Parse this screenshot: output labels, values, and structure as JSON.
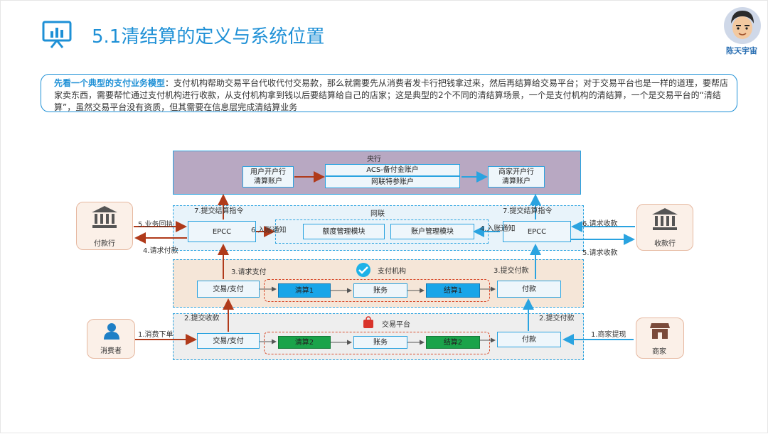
{
  "title": "5.1清结算的定义与系统位置",
  "author": "陈天宇宙",
  "intro": {
    "highlight": "先看一个典型的支付业务模型",
    "text": "：支付机构帮助交易平台代收代付交易款，那么就需要先从消费者发卡行把钱拿过来，然后再结算给交易平台；对于交易平台也是一样的道理，要帮店家卖东西，需要帮忙通过支付机构进行收款，从支付机构拿到钱以后要结算给自己的店家；这是典型的2个不同的清结算场景，一个是支付机构的清结算，一个是交易平台的“清结算”，虽然交易平台没有资质，但其需要在信息层完成清结算业务"
  },
  "diagram": {
    "central_bank": {
      "title": "央行",
      "user_bank_account": "用户开户行\n清算账户",
      "acs_account": "ACS-备付金账户",
      "netunion_special_account": "网联特参账户",
      "merchant_bank_account": "商家开户行\n清算账户"
    },
    "netunion": {
      "title": "网联",
      "epcc_left": "EPCC",
      "epcc_right": "EPCC",
      "quota_module": "额度管理模块",
      "account_module": "账户管理模块"
    },
    "payment_institution": {
      "title": "支付机构",
      "trade_pay": "交易/支付",
      "clearing1": "清算1",
      "ledger": "账务",
      "settlement1": "结算1",
      "payment": "付款"
    },
    "trading_platform": {
      "title": "交易平台",
      "trade_pay": "交易/支付",
      "clearing2": "清算2",
      "ledger": "账务",
      "settlement2": "结算2",
      "payment": "付款"
    },
    "actors": {
      "payer_bank": "付款行",
      "payee_bank": "收款行",
      "consumer": "消费者",
      "merchant": "商家"
    },
    "steps": {
      "s1_order": "1.消费下单",
      "s1_withdraw": "1.商家提现",
      "s2_submit_collect": "2.提交收款",
      "s2_submit_pay": "2.提交付款",
      "s3_request_pay": "3.请求支付",
      "s3_submit_pay": "3.提交付款",
      "s4_request_pay": "4.请求付款",
      "s4_notify": "4.入账通知",
      "s5_receipt": "5.业务回执",
      "s5_request_collect": "5.请求收款",
      "s6_notify": "6.入账通知",
      "s6_request_collect": "6.请求收款",
      "s7_left": "7.提交结算指令",
      "s7_right": "7.提交结算指令"
    },
    "colors": {
      "accent": "#1e90d6",
      "arrow_red": "#b03a1a",
      "arrow_blue": "#2aa3e0",
      "central_bg": "#b8a8c2",
      "pay_inst_bg": "#f5e6d8",
      "platform_bg": "#eeeeee",
      "clearing_blue": "#19a5e8",
      "clearing_green": "#1aa34a"
    }
  }
}
